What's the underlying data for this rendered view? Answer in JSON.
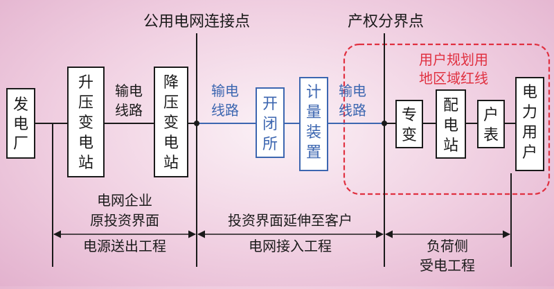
{
  "diagram": {
    "top_labels": {
      "public_grid_point": "公用电网连接点",
      "property_boundary_point": "产权分界点"
    },
    "planning_zone": {
      "label": [
        "用户规划用",
        "地区域红线"
      ],
      "color": "#e03040"
    },
    "nodes": {
      "power_plant": [
        "发",
        "电",
        "厂"
      ],
      "step_up": [
        "升",
        "压",
        "变",
        "电",
        "站"
      ],
      "step_down": [
        "降",
        "压",
        "变",
        "电",
        "站"
      ],
      "switching": [
        "开",
        "闭",
        "所"
      ],
      "metering": [
        "计",
        "量",
        "装",
        "置"
      ],
      "dedicated_transformer": [
        "专",
        "变"
      ],
      "distribution": [
        "配",
        "电",
        "站"
      ],
      "user_meter": [
        "户",
        "表"
      ],
      "power_user": [
        "电",
        "力",
        "用",
        "户"
      ]
    },
    "line_labels": {
      "transmission_1": [
        "输电",
        "线路"
      ],
      "transmission_2": [
        "输电",
        "线路"
      ],
      "transmission_3": [
        "输电",
        "线路"
      ]
    },
    "bottom_sections": {
      "grid_enterprise": [
        "电网企业",
        "原投资界面",
        "电源送出工程"
      ],
      "extension": [
        "投资界面延伸至客户",
        "电网接入工程"
      ],
      "load_side": [
        "负荷侧",
        "受电工程"
      ]
    },
    "colors": {
      "black": "#1a1a1a",
      "blue": "#3c66b0",
      "red": "#e03040"
    }
  }
}
